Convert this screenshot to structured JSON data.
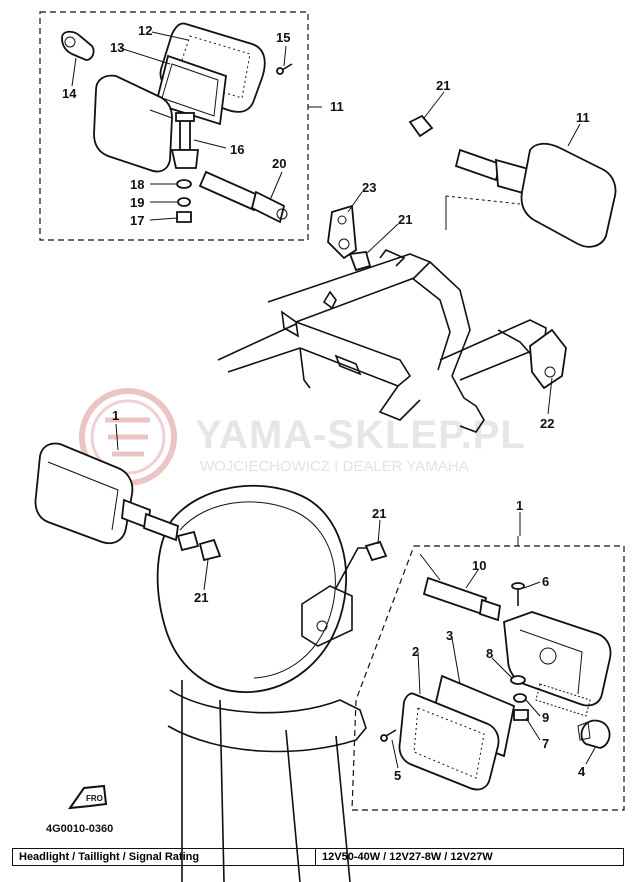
{
  "watermark": {
    "title": "YAMA-SKLEP.PL",
    "subtitle": "WOJCIECHOWICZ I DEALER YAMAHA",
    "logo_color": "#e8b4b4"
  },
  "callouts": {
    "c12": "12",
    "c15": "15",
    "c13": "13",
    "c14": "14",
    "c11a": "11",
    "c16": "16",
    "c18": "18",
    "c19": "19",
    "c17": "17",
    "c20": "20",
    "c23": "23",
    "c21a": "21",
    "c21b": "21",
    "c11b": "11",
    "c22": "22",
    "c1a": "1",
    "c21c": "21",
    "c21d": "21",
    "c1b": "1",
    "c10": "10",
    "c6": "6",
    "c8": "8",
    "c3": "3",
    "c2": "2",
    "c9": "9",
    "c7": "7",
    "c5": "5",
    "c4": "4"
  },
  "front_marker": "FRO",
  "figure_code": "4G0010-0360",
  "rating_table": {
    "label": "Headlight / Taillight / Signal Rating",
    "value": "12V50-40W / 12V27-8W / 12V27W"
  }
}
